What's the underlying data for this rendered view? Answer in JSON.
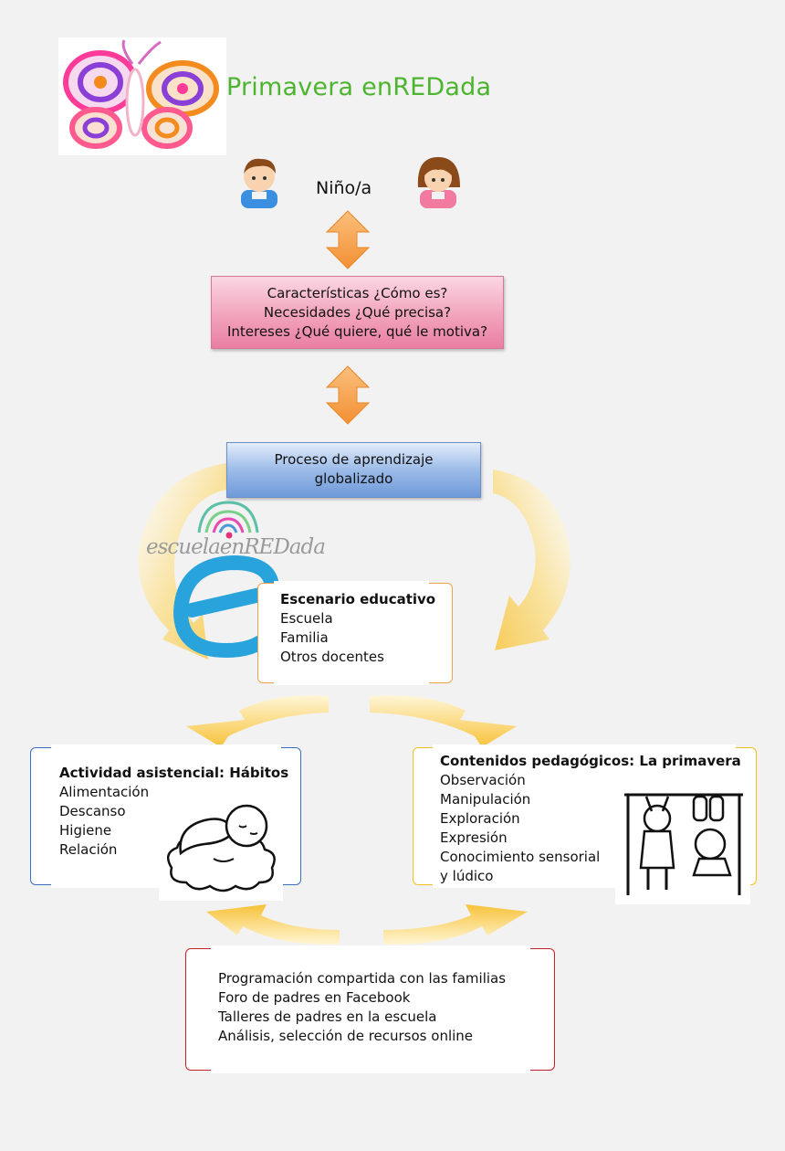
{
  "title": "Primavera enREDada",
  "child_label": "Niño/a",
  "needs_lines": [
    "Características ¿Cómo es?",
    "Necesidades ¿Qué precisa?",
    "Intereses ¿Qué quiere, qué le motiva?"
  ],
  "process_lines": [
    "Proceso de aprendizaje",
    "globalizado"
  ],
  "logo_text": "escuelaenREDada",
  "scenario": {
    "heading": "Escenario educativo",
    "items": [
      "Escuela",
      "Familia",
      "Otros docentes"
    ]
  },
  "activity": {
    "heading": "Actividad asistencial: Hábitos",
    "items": [
      "Alimentación",
      "Descanso",
      "Higiene",
      "Relación"
    ]
  },
  "contents": {
    "heading": "Contenidos pedagógicos: La primavera",
    "items": [
      "Observación",
      "Manipulación",
      "Exploración",
      "Expresión",
      "Conocimiento sensorial",
      "y lúdico"
    ]
  },
  "family": {
    "items": [
      "Programación compartida con las familias",
      "Foro de padres en Facebook",
      "Talleres de padres en la escuela",
      "Análisis, selección de recursos online"
    ]
  },
  "colors": {
    "title_green": "#4cb52e",
    "arrow_orange": "#f7a04a",
    "arrow_yellow": "#f9d670",
    "pink_box": "#f2a3bc",
    "blue_box": "#9bbbe8",
    "scenario_border": "#f0a24a",
    "activity_border": "#3a6fc6",
    "contents_border": "#f5c020",
    "family_border": "#c8202a"
  }
}
